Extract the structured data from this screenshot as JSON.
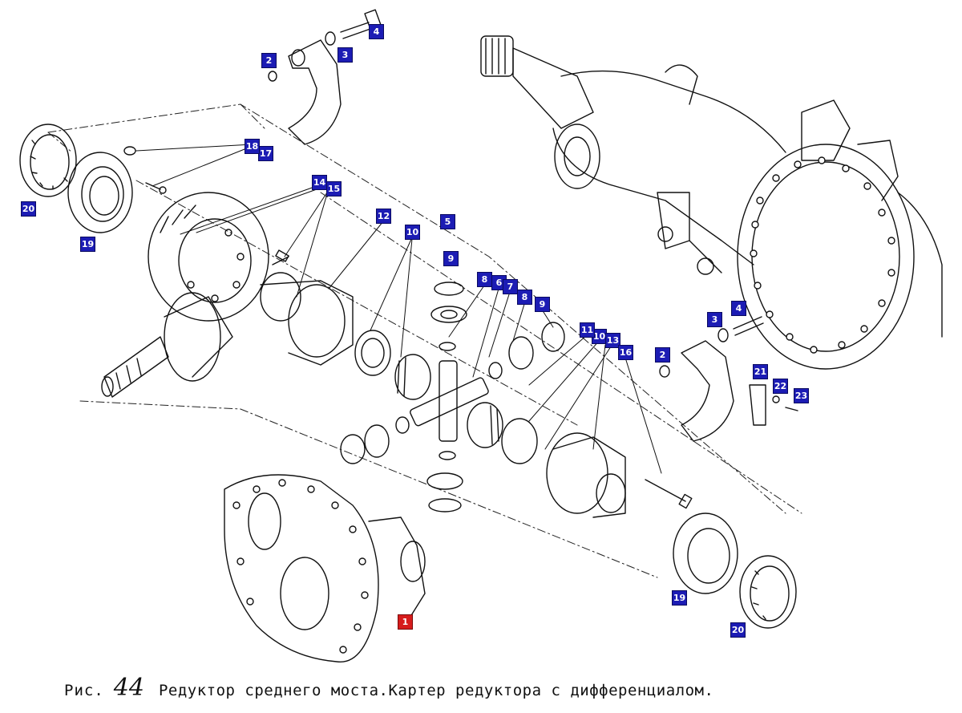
{
  "figure": {
    "caption_prefix": "Рис.",
    "number": "44",
    "caption": "Редуктор среднего моста.Картер редуктора с дифференциалом."
  },
  "callouts": [
    {
      "label": "1",
      "color": "#d61c1c"
    },
    {
      "label": "2",
      "color": "#1c1cb4"
    },
    {
      "label": "3",
      "color": "#1c1cb4"
    },
    {
      "label": "4",
      "color": "#1c1cb4"
    },
    {
      "label": "5",
      "color": "#1c1cb4"
    },
    {
      "label": "6",
      "color": "#1c1cb4"
    },
    {
      "label": "7",
      "color": "#1c1cb4"
    },
    {
      "label": "8",
      "color": "#1c1cb4"
    },
    {
      "label": "8",
      "color": "#1c1cb4"
    },
    {
      "label": "9",
      "color": "#1c1cb4"
    },
    {
      "label": "9",
      "color": "#1c1cb4"
    },
    {
      "label": "10",
      "color": "#1c1cb4"
    },
    {
      "label": "10",
      "color": "#1c1cb4"
    },
    {
      "label": "11",
      "color": "#1c1cb4"
    },
    {
      "label": "12",
      "color": "#1c1cb4"
    },
    {
      "label": "13",
      "color": "#1c1cb4"
    },
    {
      "label": "14",
      "color": "#1c1cb4"
    },
    {
      "label": "15",
      "color": "#1c1cb4"
    },
    {
      "label": "16",
      "color": "#1c1cb4"
    },
    {
      "label": "17",
      "color": "#1c1cb4"
    },
    {
      "label": "18",
      "color": "#1c1cb4"
    },
    {
      "label": "19",
      "color": "#1c1cb4"
    },
    {
      "label": "19",
      "color": "#1c1cb4"
    },
    {
      "label": "20",
      "color": "#1c1cb4"
    },
    {
      "label": "20",
      "color": "#1c1cb4"
    },
    {
      "label": "2",
      "color": "#1c1cb4"
    },
    {
      "label": "3",
      "color": "#1c1cb4"
    },
    {
      "label": "4",
      "color": "#1c1cb4"
    },
    {
      "label": "21",
      "color": "#1c1cb4"
    },
    {
      "label": "22",
      "color": "#1c1cb4"
    },
    {
      "label": "23",
      "color": "#1c1cb4"
    }
  ]
}
